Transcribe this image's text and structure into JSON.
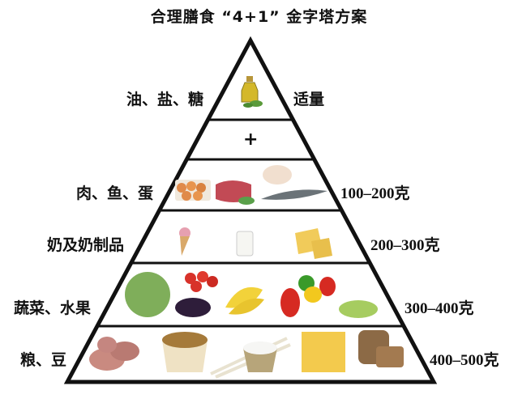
{
  "title": "合理膳食 “4+1” 金字塔方案",
  "tiers": [
    {
      "label": "油、盐、糖",
      "amount": "适量",
      "foods": [
        "olive-oil-bottle",
        "basil-leaves"
      ]
    },
    {
      "label": "",
      "amount": "",
      "symbol": "+"
    },
    {
      "label": "肉、鱼、蛋",
      "amount": "100–200克",
      "foods": [
        "eggs",
        "red-meat",
        "chicken",
        "fish"
      ]
    },
    {
      "label": "奶及奶制品",
      "amount": "200–300克",
      "foods": [
        "ice-cream-cone",
        "glass-of-milk",
        "cheese"
      ]
    },
    {
      "label": "蔬菜、水果",
      "amount": "300–400克",
      "foods": [
        "cabbage",
        "tomatoes",
        "eggplant",
        "bananas",
        "pear",
        "bell-peppers",
        "grapes"
      ]
    },
    {
      "label": "粮、豆",
      "amount": "400–500克",
      "foods": [
        "potatoes",
        "cereal-bowl",
        "rice-bowl-chopsticks",
        "pasta",
        "bread"
      ]
    }
  ],
  "colors": {
    "outline": "#111111",
    "background": "#ffffff"
  }
}
